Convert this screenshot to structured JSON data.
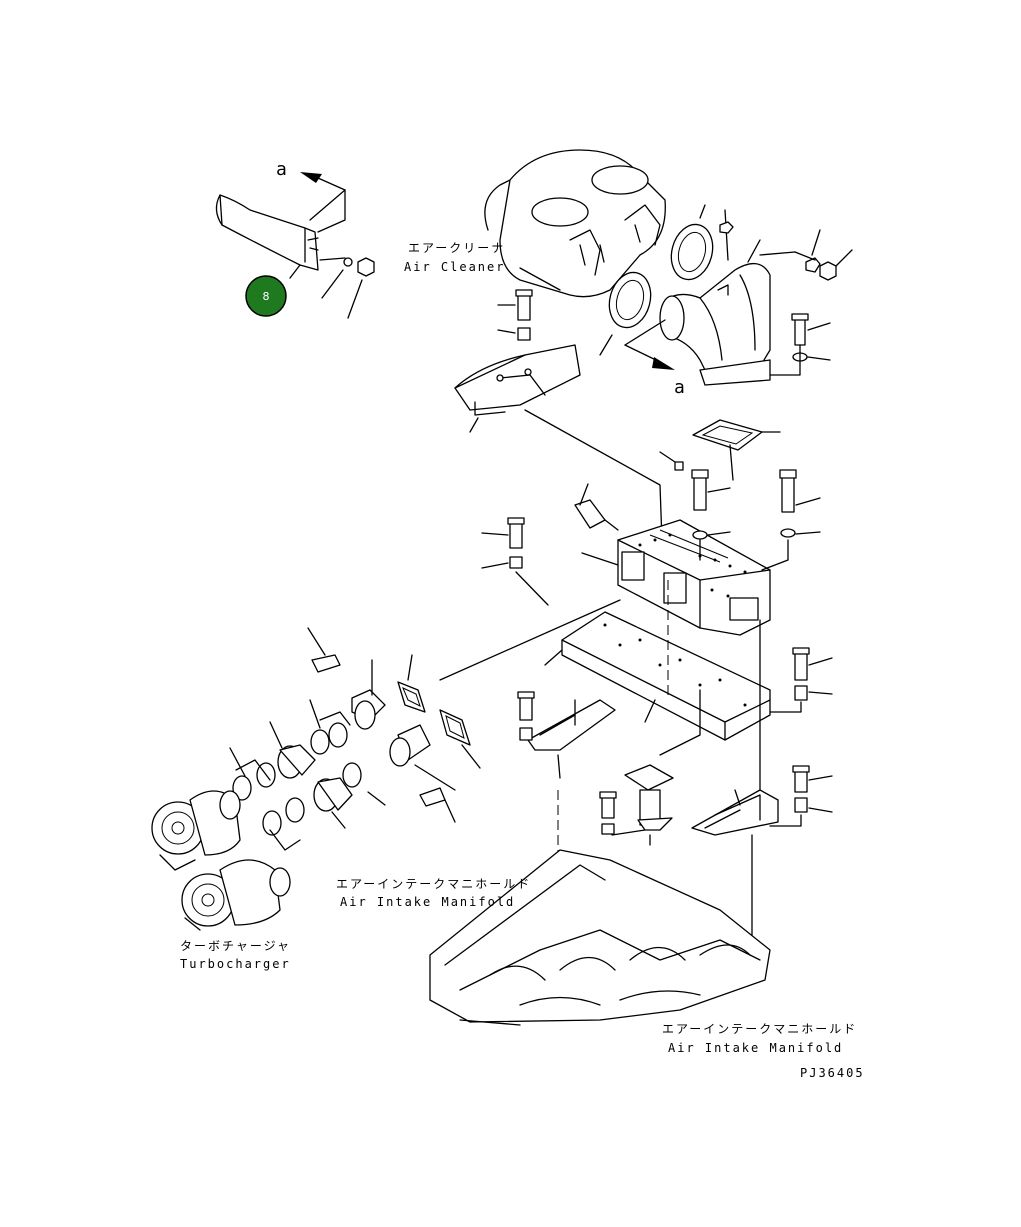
{
  "labels": {
    "air_cleaner_jp": "エアークリーナ",
    "air_cleaner_en": "Air Cleaner",
    "manifold_jp_1": "エアーインテークマニホールド",
    "manifold_en_1": "Air Intake Manifold",
    "turbo_jp": "ターボチャージャ",
    "turbo_en": "Turbocharger",
    "manifold_jp_2": "エアーインテークマニホールド",
    "manifold_en_2": "Air Intake Manifold",
    "view_marker_top": "a",
    "view_marker_mid": "a",
    "drawing_number": "PJ36405"
  },
  "callout": {
    "number": "8",
    "color": "#1f7a1f"
  }
}
